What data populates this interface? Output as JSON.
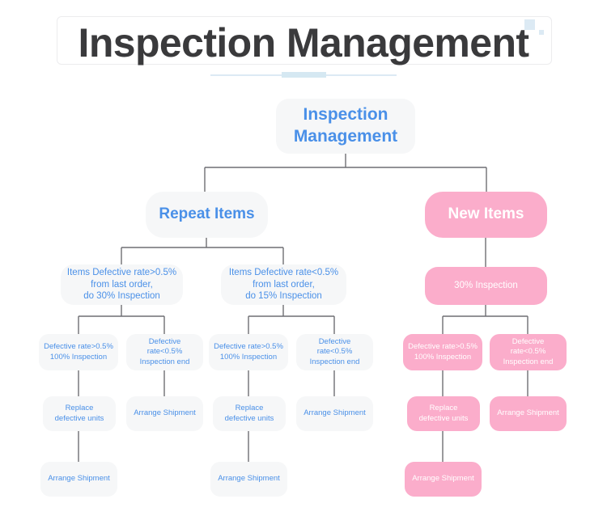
{
  "header": {
    "title": "Inspection Management",
    "decor": {
      "square_large": "decorative-square",
      "square_small": "decorative-square"
    }
  },
  "colors": {
    "blue_text": "#4a90e8",
    "blue_node_bg": "#f6f7f8",
    "pink_node_bg": "#fbadcb",
    "pink_node_text": "#ffffff",
    "connector": "#6e6e73",
    "title_text": "#3a3a3c",
    "accent_underline": "#dceaf4"
  },
  "diagram": {
    "type": "tree",
    "root": {
      "label": "Inspection\nManagement",
      "style": "blue"
    },
    "level2": [
      {
        "label": "Repeat Items",
        "style": "blue"
      },
      {
        "label": "New Items",
        "style": "pink"
      }
    ],
    "level3": [
      {
        "label": "Items Defective rate>0.5%\nfrom last order,\ndo 30% Inspection",
        "style": "blue"
      },
      {
        "label": "Items Defective rate<0.5%\nfrom last order,\ndo 15% Inspection",
        "style": "blue"
      },
      {
        "label": "30% Inspection",
        "style": "pink"
      }
    ],
    "level4": [
      {
        "label": "Defective rate>0.5%\n100% Inspection",
        "style": "blue"
      },
      {
        "label": "Defective rate<0.5%\nInspection end",
        "style": "blue"
      },
      {
        "label": "Defective rate>0.5%\n100% Inspection",
        "style": "blue"
      },
      {
        "label": "Defective rate<0.5%\nInspection end",
        "style": "blue"
      },
      {
        "label": "Defective rate>0.5%\n100% Inspection",
        "style": "pink"
      },
      {
        "label": "Defective rate<0.5%\nInspection end",
        "style": "pink"
      }
    ],
    "level5": [
      {
        "label": "Replace\ndefective units",
        "style": "blue"
      },
      {
        "label": "Arrange Shipment",
        "style": "blue"
      },
      {
        "label": "Replace\ndefective units",
        "style": "blue"
      },
      {
        "label": "Arrange Shipment",
        "style": "blue"
      },
      {
        "label": "Replace\ndefective units",
        "style": "pink"
      },
      {
        "label": "Arrange Shipment",
        "style": "pink"
      }
    ],
    "level6": [
      {
        "label": "Arrange Shipment",
        "style": "blue"
      },
      {
        "label": "Arrange Shipment",
        "style": "blue"
      },
      {
        "label": "Arrange Shipment",
        "style": "pink"
      }
    ]
  }
}
